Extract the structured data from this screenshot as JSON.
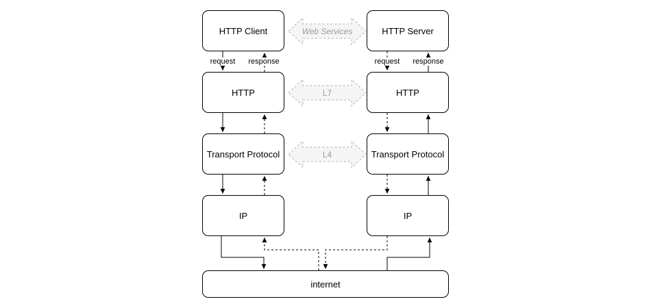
{
  "nodes": {
    "http_client": "HTTP Client",
    "http_server": "HTTP Server",
    "http_stack_client": "HTTP",
    "http_stack_server": "HTTP",
    "transport_client": "Transport Protocol",
    "transport_server": "Transport Protocol",
    "ip_client": "IP",
    "ip_server": "IP",
    "internet": "internet"
  },
  "edge_labels": {
    "client_request": "request",
    "client_response": "response",
    "server_request": "request",
    "server_response": "response"
  },
  "layer_arrows": {
    "application": "Web Services",
    "l7": "L7",
    "l4": "L4"
  },
  "connections": [
    {
      "from": "HTTP Client",
      "to": "HTTP (client)",
      "label": "request",
      "style": "solid",
      "direction": "down"
    },
    {
      "from": "HTTP (client)",
      "to": "HTTP Client",
      "label": "response",
      "style": "dashed",
      "direction": "up"
    },
    {
      "from": "HTTP (client)",
      "to": "Transport Protocol (client)",
      "style": "solid",
      "direction": "down"
    },
    {
      "from": "Transport Protocol (client)",
      "to": "HTTP (client)",
      "style": "dashed",
      "direction": "up"
    },
    {
      "from": "Transport Protocol (client)",
      "to": "IP (client)",
      "style": "solid",
      "direction": "down"
    },
    {
      "from": "IP (client)",
      "to": "Transport Protocol (client)",
      "style": "dashed",
      "direction": "up"
    },
    {
      "from": "IP (client)",
      "to": "internet",
      "style": "solid",
      "direction": "down"
    },
    {
      "from": "internet",
      "to": "IP (client)",
      "style": "dashed",
      "direction": "up"
    },
    {
      "from": "HTTP Server",
      "to": "HTTP (server)",
      "label": "request",
      "style": "dashed",
      "direction": "down"
    },
    {
      "from": "HTTP (server)",
      "to": "HTTP Server",
      "label": "response",
      "style": "solid",
      "direction": "up"
    },
    {
      "from": "HTTP (server)",
      "to": "Transport Protocol (server)",
      "style": "dashed",
      "direction": "down"
    },
    {
      "from": "Transport Protocol (server)",
      "to": "HTTP (server)",
      "style": "solid",
      "direction": "up"
    },
    {
      "from": "Transport Protocol (server)",
      "to": "IP (server)",
      "style": "dashed",
      "direction": "down"
    },
    {
      "from": "IP (server)",
      "to": "Transport Protocol (server)",
      "style": "solid",
      "direction": "up"
    },
    {
      "from": "IP (server)",
      "to": "internet",
      "style": "dashed",
      "direction": "down"
    },
    {
      "from": "internet",
      "to": "IP (server)",
      "style": "solid",
      "direction": "up"
    }
  ],
  "colors": {
    "node_border": "#000000",
    "node_fill": "#ffffff",
    "connector": "#000000",
    "layer_arrow_fill": "#f5f5f5",
    "layer_arrow_border": "#b3b3b3",
    "layer_arrow_text": "#999999",
    "background": "#ffffff"
  }
}
